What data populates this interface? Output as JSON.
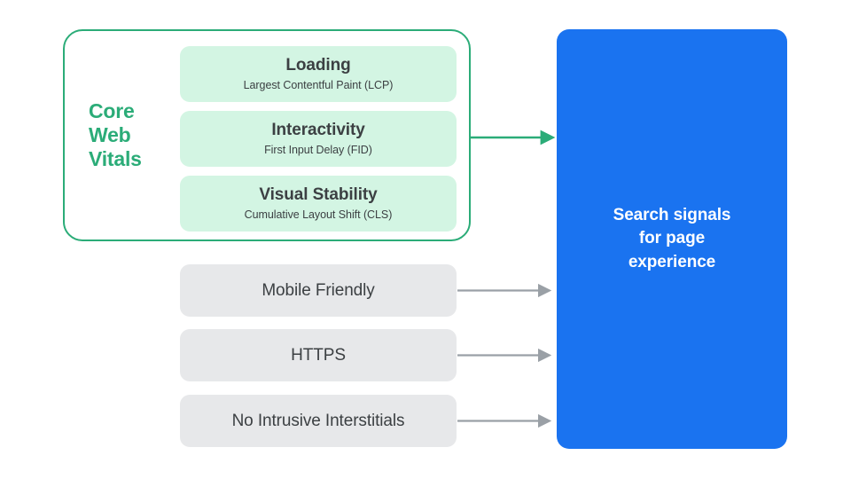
{
  "diagram": {
    "title": "Search signals for page experience",
    "colors": {
      "green_accent": "#2BAC78",
      "green_card_bg": "#D3F5E3",
      "gray_card_bg": "#E7E8EA",
      "blue_box_bg": "#1A73F0",
      "text_dark": "#3C4043",
      "arrow_gray": "#9AA0A6",
      "white": "#FFFFFF"
    },
    "core_web_vitals": {
      "group_label": "Core\nWeb\nVitals",
      "group_label_lines": [
        "Core",
        "Web",
        "Vitals"
      ],
      "metrics": [
        {
          "title": "Loading",
          "subtitle": "Largest Contentful Paint (LCP)"
        },
        {
          "title": "Interactivity",
          "subtitle": "First Input Delay (FID)"
        },
        {
          "title": "Visual Stability",
          "subtitle": "Cumulative Layout Shift (CLS)"
        }
      ]
    },
    "other_signals": [
      {
        "label": "Mobile Friendly"
      },
      {
        "label": "HTTPS"
      },
      {
        "label": "No Intrusive Interstitials"
      }
    ],
    "destination": {
      "label": "Search signals\nfor page\nexperience",
      "label_lines": [
        "Search signals",
        "for page",
        "experience"
      ]
    },
    "connectors": [
      {
        "name": "core-web-vitals-arrow",
        "color": "#2BAC78"
      },
      {
        "name": "mobile-friendly-arrow",
        "color": "#9AA0A6"
      },
      {
        "name": "https-arrow",
        "color": "#9AA0A6"
      },
      {
        "name": "no-intrusive-interstitials-arrow",
        "color": "#9AA0A6"
      }
    ]
  }
}
